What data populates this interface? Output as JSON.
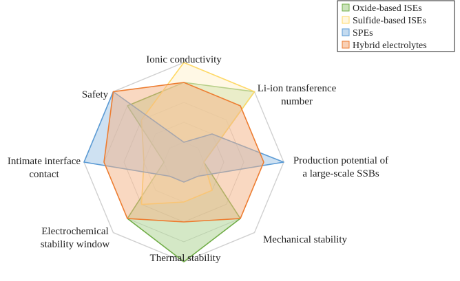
{
  "chart_data": {
    "type": "radar",
    "axes": [
      [
        "Ionic conductivity"
      ],
      [
        "Li-ion transference",
        "number"
      ],
      [
        "Production potential of",
        "a large-scale SSBs"
      ],
      [
        "Mechanical stability"
      ],
      [
        "Thermal stability"
      ],
      [
        "Electrochemical",
        "stability window"
      ],
      [
        "Intimate interface",
        "contact"
      ],
      [
        "Safety"
      ]
    ],
    "scale": [
      0,
      5
    ],
    "grid_levels": 5,
    "legend_position": "top-right",
    "series": [
      {
        "name": "Oxide-based ISEs",
        "stroke": "#70ad47",
        "fill": "#a9d18e",
        "values": [
          4,
          5,
          1,
          4,
          5,
          4,
          1,
          4
        ]
      },
      {
        "name": "Sulfide-based ISEs",
        "stroke": "#ffd966",
        "fill": "#fff2cc",
        "values": [
          5,
          5,
          1,
          2,
          2,
          3,
          2,
          3
        ]
      },
      {
        "name": "SPEs",
        "stroke": "#5b9bd5",
        "fill": "#9dc3e6",
        "values": [
          1,
          2,
          5,
          1,
          1,
          1,
          5,
          5
        ]
      },
      {
        "name": "Hybrid electrolytes",
        "stroke": "#ed7d31",
        "fill": "#f4b183",
        "values": [
          4,
          4,
          4,
          4,
          3,
          4,
          4,
          5
        ]
      }
    ]
  }
}
